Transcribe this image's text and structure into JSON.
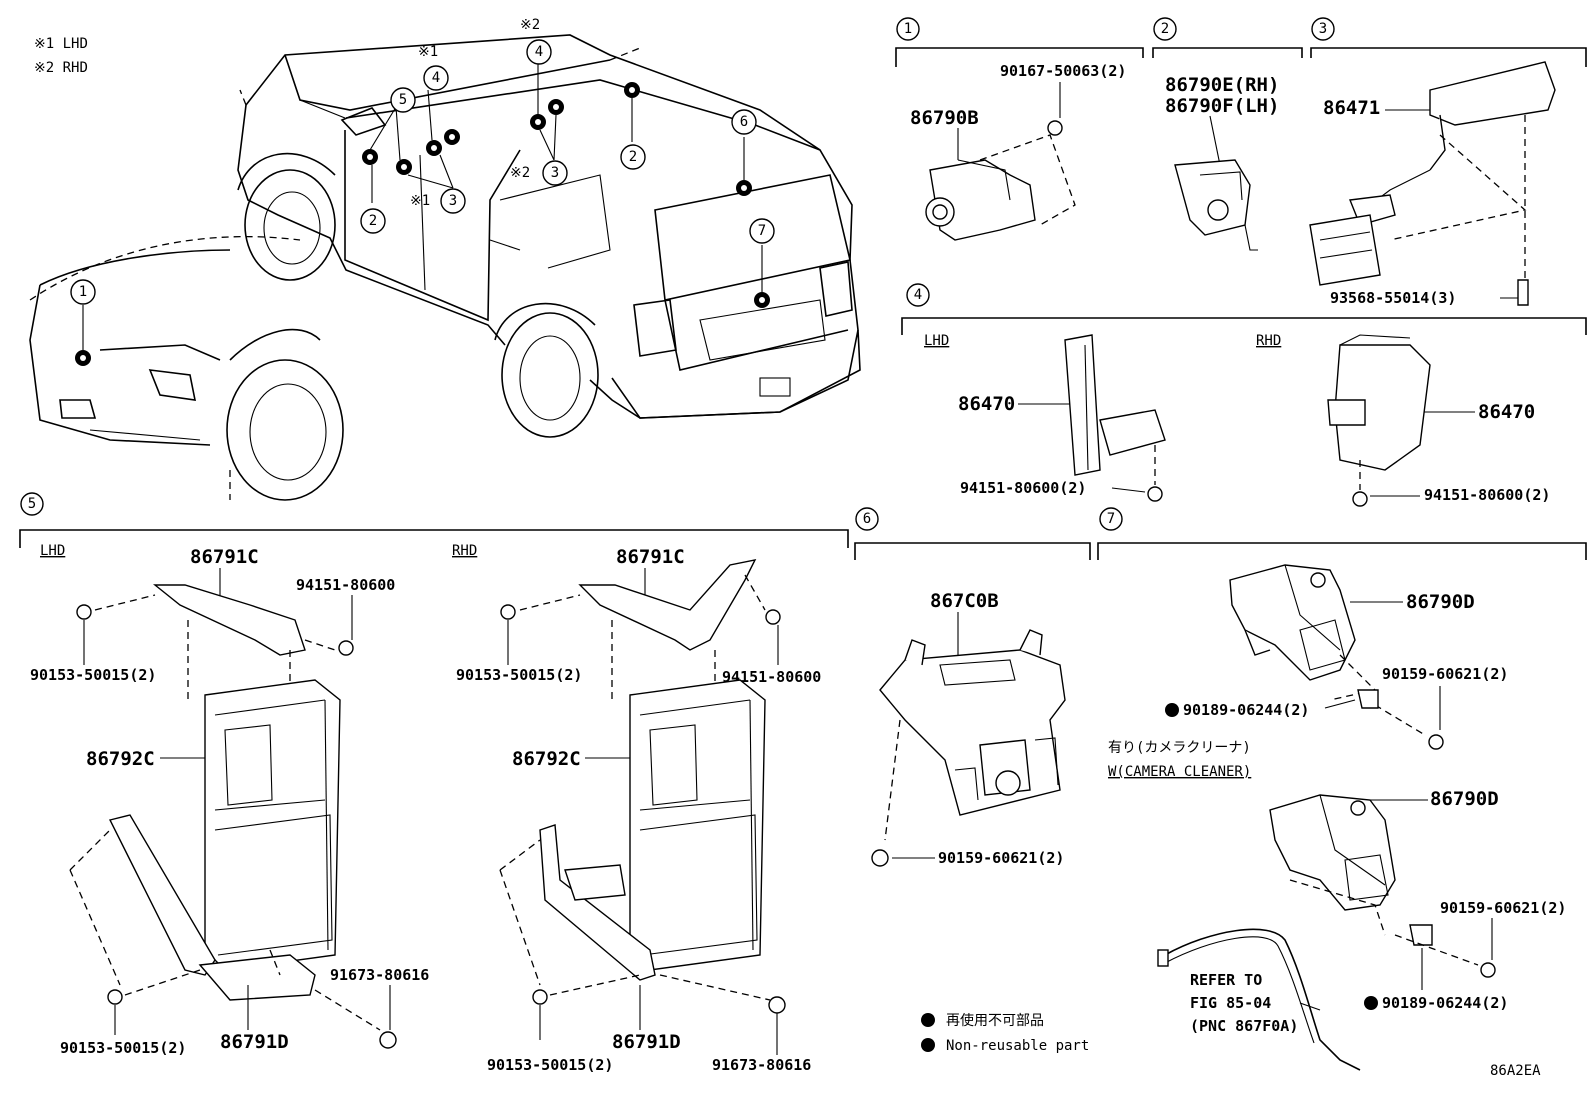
{
  "notes": {
    "lhd": "※1 LHD",
    "rhd": "※2 RHD",
    "mark1": "※1",
    "mark2": "※2"
  },
  "callouts": [
    "1",
    "2",
    "3",
    "4",
    "5",
    "6",
    "7"
  ],
  "sections": {
    "s1": {
      "number": "1",
      "parts": {
        "camera": "86790B",
        "screw": "90167-50063(2)"
      }
    },
    "s2": {
      "number": "2",
      "parts": {
        "camera_rh": "86790E(RH)",
        "camera_lh": "86790F(LH)"
      }
    },
    "s3": {
      "number": "3",
      "parts": {
        "harness": "86471",
        "screw": "93568-55014(3)"
      }
    },
    "s4": {
      "number": "4",
      "lhd_label": "LHD",
      "rhd_label": "RHD",
      "parts": {
        "lhd_unit": "86470",
        "lhd_nut": "94151-80600(2)",
        "rhd_unit": "86470",
        "rhd_nut": "94151-80600(2)"
      }
    },
    "s5": {
      "number": "5",
      "lhd_label": "LHD",
      "rhd_label": "RHD",
      "lhd": {
        "bracket_upper": "86791C",
        "nut": "94151-80600",
        "bolt_upper": "90153-50015(2)",
        "ecu": "86792C",
        "bolt_lower": "90153-50015(2)",
        "bracket_lower": "86791D",
        "bolt_side": "91673-80616"
      },
      "rhd": {
        "bracket_upper": "86791C",
        "nut": "94151-80600",
        "bolt_upper": "90153-50015(2)",
        "ecu": "86792C",
        "bolt_lower": "90153-50015(2)",
        "bracket_lower": "86791D",
        "bolt_side": "91673-80616"
      }
    },
    "s6": {
      "number": "6",
      "parts": {
        "camera": "867C0B",
        "screw": "90159-60621(2)"
      }
    },
    "s7": {
      "number": "7",
      "parts": {
        "camera_a": "86790D",
        "screw_a": "90159-60621(2)",
        "clip_a": "90189-06244(2)",
        "camera_b": "86790D",
        "screw_b": "90159-60621(2)",
        "clip_b": "90189-06244(2)"
      },
      "cleaner_jp": "有り(カメラクリーナ)",
      "cleaner_en": "W(CAMERA CLEANER)",
      "refer_1": "REFER TO",
      "refer_2": "FIG 85-04",
      "refer_3": "(PNC 867F0A)"
    }
  },
  "legend": {
    "jp": "再使用不可部品",
    "en": "Non-reusable part"
  },
  "figure_code": "86A2EA"
}
